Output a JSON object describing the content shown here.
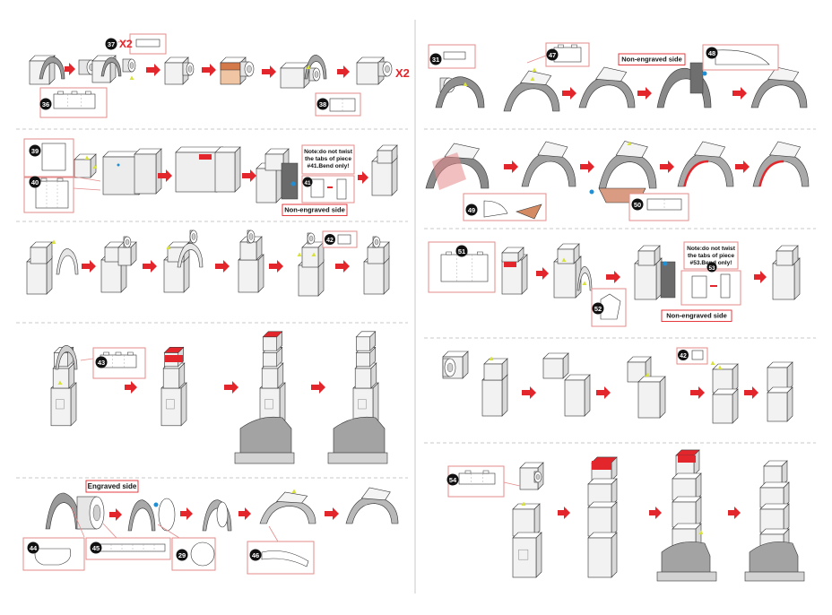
{
  "colors": {
    "accent_red": "#e3262b",
    "box_stroke": "#e58b8b",
    "part_stroke": "#333333",
    "part_fill": "#f2f2f2",
    "part_dark": "#7a7a7a",
    "hint_green": "#d8e23a",
    "hint_blue": "#1f8fd6",
    "divider": "#c8c8c8",
    "badge_fill": "#111111"
  },
  "pieces": {
    "p36": "36",
    "p37": "37",
    "p38": "38",
    "p39": "39",
    "p40": "40",
    "p41": "41",
    "p42a": "42",
    "p42b": "42",
    "p43": "43",
    "p44": "44",
    "p45": "45",
    "p29": "29",
    "p46": "46",
    "p31": "31",
    "p47": "47",
    "p48": "48",
    "p49": "49",
    "p50": "50",
    "p51": "51",
    "p52": "52",
    "p53": "53",
    "p54": "54"
  },
  "multipliers": {
    "x2a": "X2",
    "x2b": "X2"
  },
  "notes": {
    "n41": [
      "Note:do not twist",
      "the  tabs of piece",
      "#41.Bend only!"
    ],
    "n53": [
      "Note:do not twist",
      "the  tabs of piece",
      "#53.Bend only!"
    ]
  },
  "labels": {
    "non_engraved_1": "Non-engraved side",
    "non_engraved_2": "Non-engraved side",
    "non_engraved_3": "Non-engraved side",
    "engraved": "Engraved side"
  }
}
